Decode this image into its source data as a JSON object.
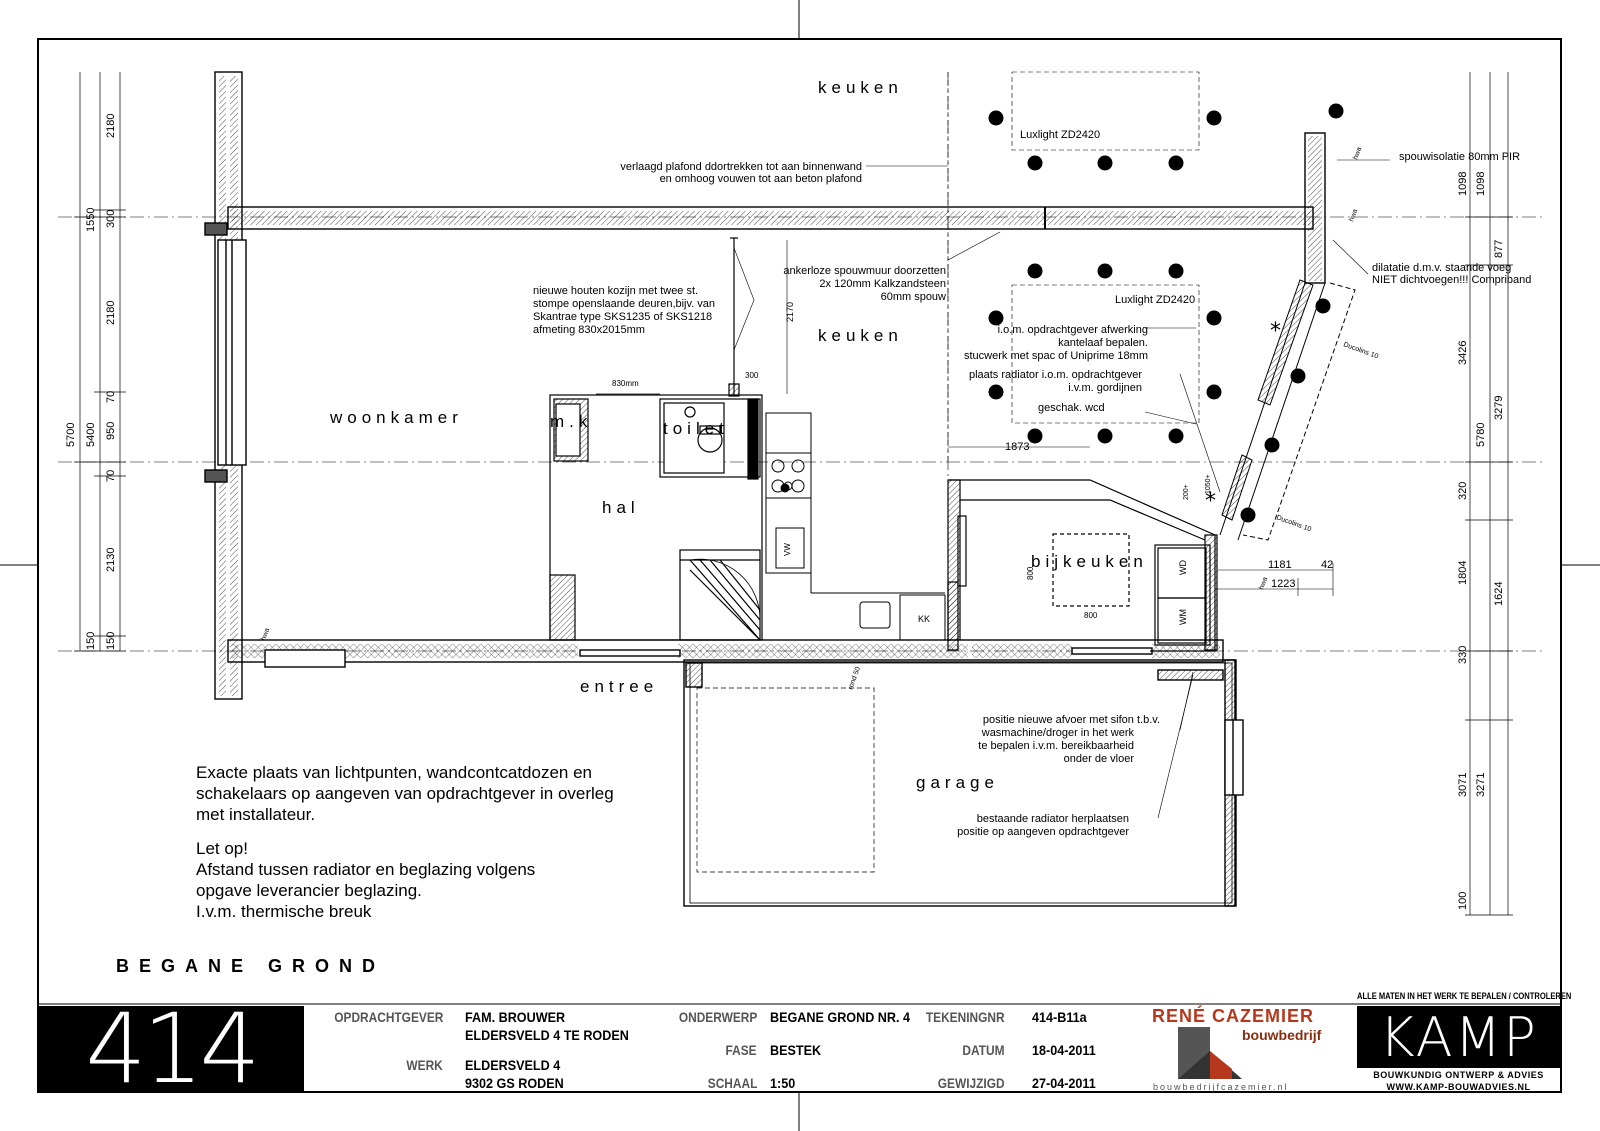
{
  "rooms": {
    "keuken_top": "keuken",
    "keuken": "keuken",
    "woonkamer": "woonkamer",
    "mk": "m.k",
    "toilet": "toilet",
    "hal": "hal",
    "bijkeuken": "bijkeuken",
    "entree": "entree",
    "garage": "garage"
  },
  "annotations": {
    "plafond_1": "verlaagd plafond ddortrekken tot aan binnenwand",
    "plafond_2": "en omhoog vouwen tot aan beton plafond",
    "luxlight_1": "Luxlight ZD2420",
    "luxlight_2": "Luxlight ZD2420",
    "spouw_isolatie": "spouwisolatie 80mm PIR",
    "dilatatie_1": "dilatatie d.m.v. staande voeg",
    "dilatatie_2": "NIET dichtvoegen!!! Compriband",
    "spouwmuur_1": "ankerloze spouwmuur doorzetten",
    "spouwmuur_2": "2x 120mm Kalkzandsteen",
    "spouwmuur_3": "60mm spouw",
    "kozijn_1": "nieuwe houten kozijn met twee st.",
    "kozijn_2": "stompe openslaande deuren,bijv. van",
    "kozijn_3": "Skantrae type SKS1235 of SKS1218",
    "kozijn_4": "afmeting 830x2015mm",
    "afwerking_1": "i.o.m. opdrachtgever afwerking",
    "afwerking_2": "kantelaaf bepalen.",
    "afwerking_3": "stucwerk met spac of Uniprime 18mm",
    "radiator_1": "plaats radiator i.o.m. opdrachtgever",
    "radiator_2": "i.v.m. gordijnen",
    "geschak": "geschak. wcd",
    "afvoer_1": "positie nieuwe afvoer met sifon t.b.v.",
    "afvoer_2": "wasmachine/droger in het werk",
    "afvoer_3": "te bepalen i.v.m. bereikbaarheid",
    "afvoer_4": "onder de vloer",
    "bestaande_1": "bestaande radiator herplaatsen",
    "bestaande_2": "positie op aangeven opdrachtgever",
    "hwa_1": "hwa",
    "hwa_2": "hwa",
    "hwa_3": "hwa",
    "hwa_4": "hwa",
    "ducolins_1": "Ducolins 10",
    "ducolins_2": "Ducolins 10",
    "vw": "VW",
    "kk": "KK",
    "wd": "WD",
    "wm": "WM",
    "door_830": "830mm",
    "rond": "rond 50"
  },
  "dimensions": {
    "left": [
      "2180",
      "1550",
      "300",
      "2180",
      "70",
      "950",
      "70",
      "2130",
      "150",
      "150",
      "5400",
      "5700"
    ],
    "right": [
      "1098",
      "1098",
      "877",
      "3426",
      "3279",
      "5780",
      "320",
      "1804",
      "1624",
      "330",
      "3071",
      "3271",
      "100"
    ],
    "inner": [
      "1873",
      "2170",
      "300",
      "1181",
      "42",
      "1223",
      "800",
      "800",
      "200+",
      "1050+"
    ]
  },
  "notes": {
    "n1": "Exacte plaats van lichtpunten, wandcontcatdozen en",
    "n2": "schakelaars op aangeven van opdrachtgever in overleg",
    "n3": "met installateur.",
    "n4": "Let op!",
    "n5": "Afstand tussen radiator en beglazing volgens",
    "n6": "opgave leverancier beglazing.",
    "n7": "I.v.m. thermische breuk"
  },
  "sheet_title": "BEGANE GROND",
  "title_block": {
    "drawing_number": "414",
    "opdrachtgever_label": "OPDRACHTGEVER",
    "opdrachtgever_1": "FAM. BROUWER",
    "opdrachtgever_2": "ELDERSVELD 4 TE RODEN",
    "werk_label": "WERK",
    "werk_1": "ELDERSVELD 4",
    "werk_2": "9302 GS RODEN",
    "onderwerp_label": "ONDERWERP",
    "onderwerp": "BEGANE GROND NR. 4",
    "fase_label": "FASE",
    "fase": "BESTEK",
    "schaal_label": "SCHAAL",
    "schaal": "1:50",
    "tekeningnr_label": "TEKENINGNR",
    "tekeningnr": "414-B11a",
    "datum_label": "DATUM",
    "datum": "18-04-2011",
    "gewijzigd_label": "GEWIJZIGD",
    "gewijzigd": "27-04-2011",
    "cazemier_name": "RENÉ CAZEMIER",
    "cazemier_sub": "bouwbedrijf",
    "cazemier_web": "bouwbedrijfcazemier.nl",
    "kamp": "KAMP",
    "kamp_sub": "BOUWKUNDIG ONTWERP & ADVIES",
    "kamp_web": "WWW.KAMP-BOUWADVIES.NL",
    "kamp_disclaimer": "ALLE MATEN IN HET WERK TE BEPALEN / CONTROLEREN"
  },
  "colors": {
    "line": "#000000",
    "cazemier_red": "#b5381c",
    "logo_grey": "#555555"
  }
}
